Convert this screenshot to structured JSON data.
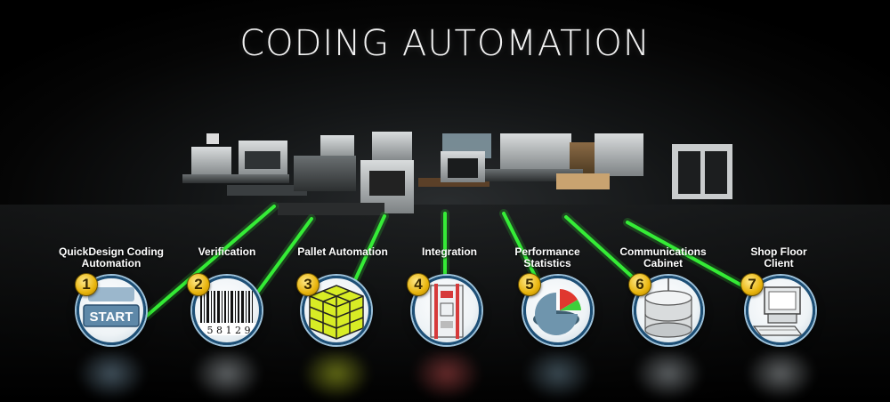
{
  "title": "CODING AUTOMATION",
  "colors": {
    "accent_green": "#39ff3a",
    "badge_gold": "#f2c21b",
    "disc_border": "#1d4f76"
  },
  "steps": [
    {
      "number": "1",
      "label_line1": "QuickDesign Coding",
      "label_line2": "Automation",
      "icon": "start-button-icon",
      "icon_text": "START"
    },
    {
      "number": "2",
      "label_line1": "Verification",
      "label_line2": "",
      "icon": "barcode-icon",
      "icon_text": "5 8 1 2 9"
    },
    {
      "number": "3",
      "label_line1": "Pallet Automation",
      "label_line2": "",
      "icon": "pallet-boxes-icon",
      "icon_text": ""
    },
    {
      "number": "4",
      "label_line1": "Integration",
      "label_line2": "",
      "icon": "integration-rack-icon",
      "icon_text": ""
    },
    {
      "number": "5",
      "label_line1": "Performance",
      "label_line2": "Statistics",
      "icon": "pie-chart-icon",
      "icon_text": ""
    },
    {
      "number": "6",
      "label_line1": "Communications",
      "label_line2": "Cabinet",
      "icon": "database-cabinet-icon",
      "icon_text": ""
    },
    {
      "number": "7",
      "label_line1": "Shop Floor",
      "label_line2": "Client",
      "icon": "computer-terminal-icon",
      "icon_text": ""
    }
  ]
}
